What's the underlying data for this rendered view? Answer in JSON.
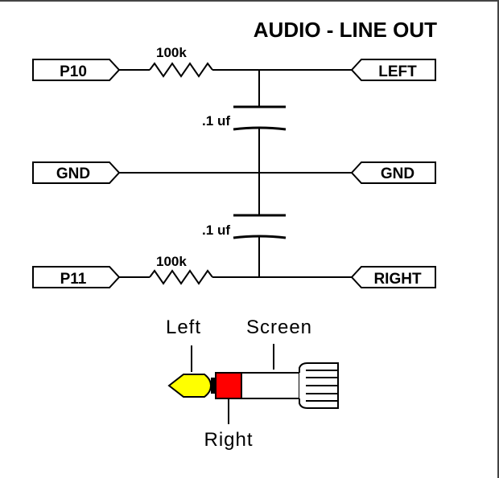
{
  "title": "AUDIO - LINE OUT",
  "ports": {
    "p10": "P10",
    "gnd_left": "GND",
    "p11": "P11",
    "left": "LEFT",
    "gnd_right": "GND",
    "right": "RIGHT"
  },
  "components": {
    "resistor_top": "100k",
    "resistor_bottom": "100k",
    "capacitor_top": ".1 uf",
    "capacitor_bottom": ".1 uf"
  },
  "jack": {
    "left_label": "Left",
    "screen_label": "Screen",
    "right_label": "Right",
    "colors": {
      "tip": "#ffff00",
      "ring": "#ff0000",
      "outline": "#000000"
    }
  }
}
